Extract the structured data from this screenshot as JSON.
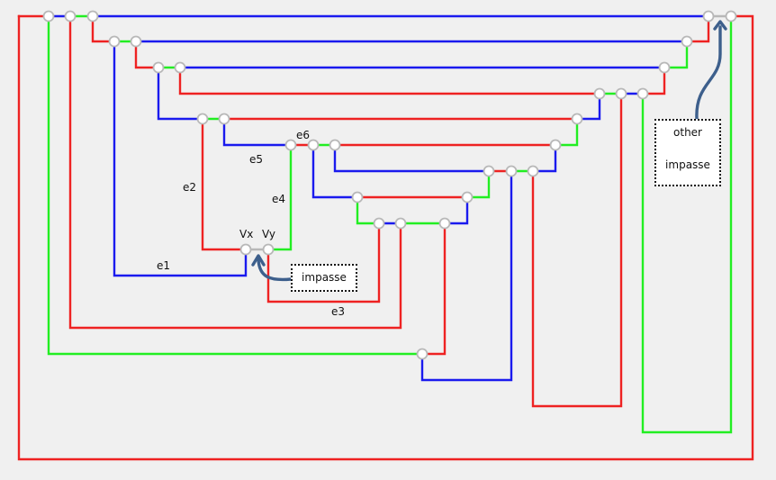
{
  "diagram": {
    "colors": {
      "red": "#ee2222",
      "green": "#22ee22",
      "blue": "#1a1aee",
      "gray": "#b8b8b8",
      "arrow": "#3d5f8c",
      "background": "#f0f0f0"
    },
    "edge_labels": {
      "e1": "e1",
      "e2": "e2",
      "e3": "e3",
      "e4": "e4",
      "e5": "e5",
      "e6": "e6"
    },
    "vertex_labels": {
      "vx": "Vx",
      "vy": "Vy"
    },
    "callouts": {
      "impasse": "impasse",
      "other_impasse_line1": "other",
      "other_impasse_line2": "impasse"
    },
    "edge_color_sequence": [
      "red",
      "green",
      "blue"
    ],
    "highlighted_edge": "Vx-Vy (gray)"
  }
}
